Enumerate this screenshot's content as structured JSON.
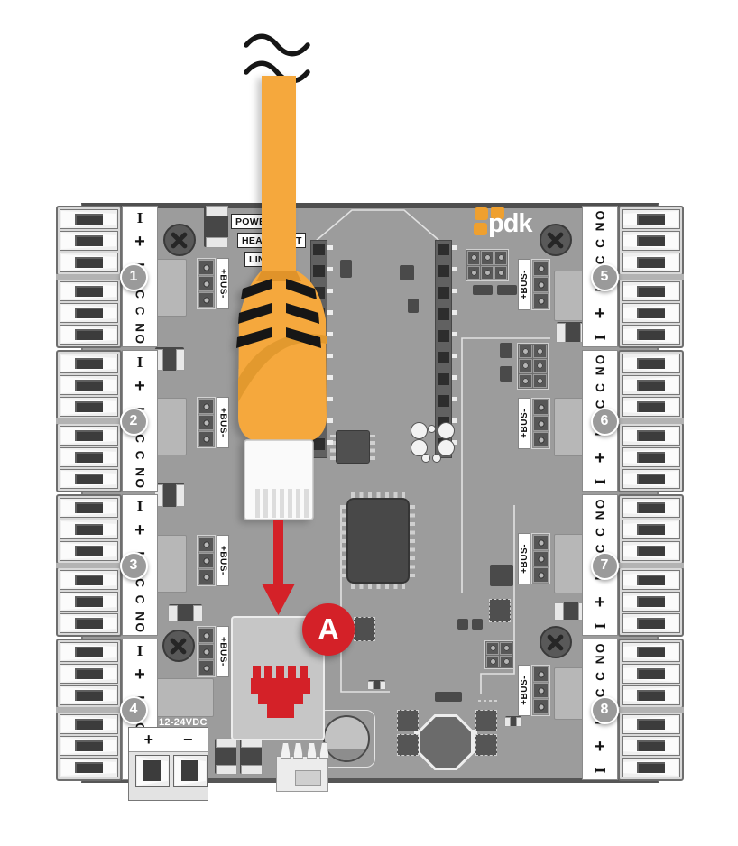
{
  "board": {
    "color": "#9c9c9c",
    "logo": {
      "text": "pdk",
      "dot_color": "#efa02f"
    },
    "status_leds": [
      {
        "label": "POWER"
      },
      {
        "label": "HEARTBEAT"
      },
      {
        "label": "LINK"
      }
    ],
    "bus_connector_label": "+BUS-",
    "power_input": {
      "label": "12-24VDC",
      "positive": "+",
      "negative": "−"
    },
    "doors": [
      {
        "number": "1",
        "side": "left",
        "io_labels": [
          "I",
          "+",
          "−"
        ],
        "relay_labels": "NC C NO"
      },
      {
        "number": "2",
        "side": "left",
        "io_labels": [
          "I",
          "+",
          "−"
        ],
        "relay_labels": "NC C NO"
      },
      {
        "number": "3",
        "side": "left",
        "io_labels": [
          "I",
          "+",
          "−"
        ],
        "relay_labels": "NC C NO"
      },
      {
        "number": "4",
        "side": "left",
        "io_labels": [
          "I",
          "+",
          "−"
        ],
        "relay_labels": "NC C NO"
      },
      {
        "number": "5",
        "side": "right",
        "io_labels": [
          "−",
          "+",
          "I"
        ],
        "relay_labels": "NC C NO"
      },
      {
        "number": "6",
        "side": "right",
        "io_labels": [
          "−",
          "+",
          "I"
        ],
        "relay_labels": "NC C NO"
      },
      {
        "number": "7",
        "side": "right",
        "io_labels": [
          "−",
          "+",
          "I"
        ],
        "relay_labels": "NC C NO"
      },
      {
        "number": "8",
        "side": "right",
        "io_labels": [
          "−",
          "+",
          "I"
        ],
        "relay_labels": "NC C NO"
      }
    ]
  },
  "annotations": {
    "callout": {
      "label": "A",
      "color": "#d42128"
    },
    "cable": {
      "name": "ethernet cable",
      "color": "#f5a83c"
    }
  }
}
